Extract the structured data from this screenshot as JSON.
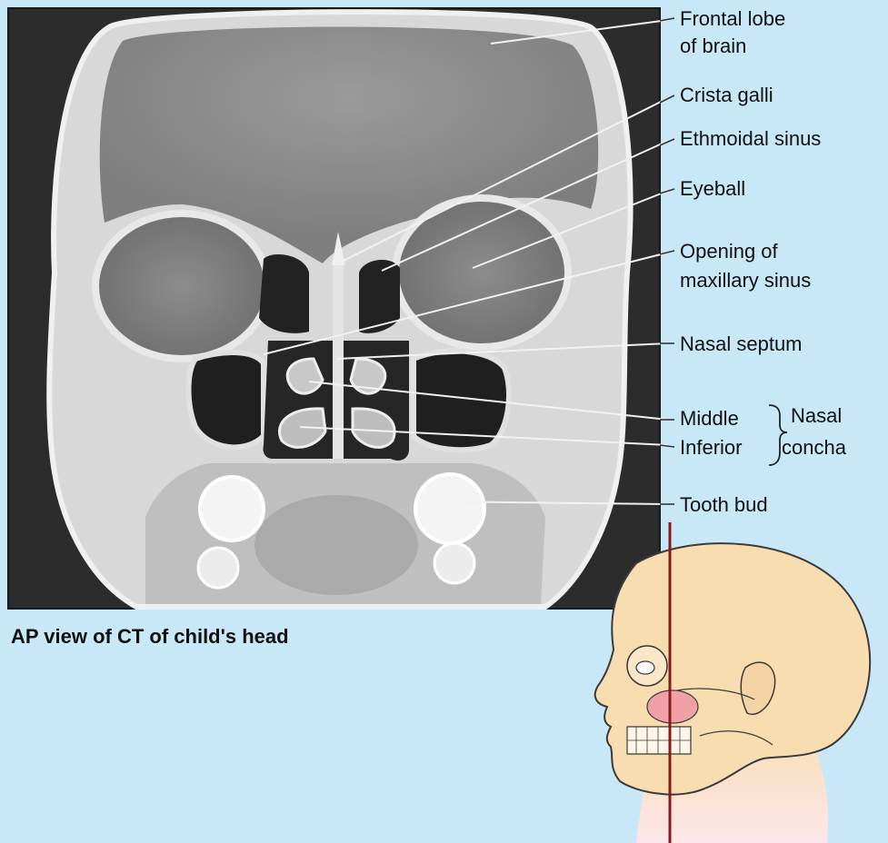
{
  "caption": "AP view of CT of child's head",
  "labels": {
    "frontal_lobe": [
      "Frontal lobe",
      "of brain"
    ],
    "crista_galli": "Crista galli",
    "ethmoidal_sinus": "Ethmoidal sinus",
    "eyeball": "Eyeball",
    "maxillary_opening": [
      "Opening of",
      "maxillary sinus"
    ],
    "nasal_septum": "Nasal septum",
    "middle": "Middle",
    "inferior": "Inferior",
    "nasal": "Nasal",
    "concha": "concha",
    "tooth_bud": "Tooth bud"
  },
  "colors": {
    "background": "#c9e8f7",
    "ct_dark": "#2a2a2a",
    "bone": "#e6e6e6",
    "skin": "#f8ddb0",
    "plane_line": "#8b1a1a"
  }
}
